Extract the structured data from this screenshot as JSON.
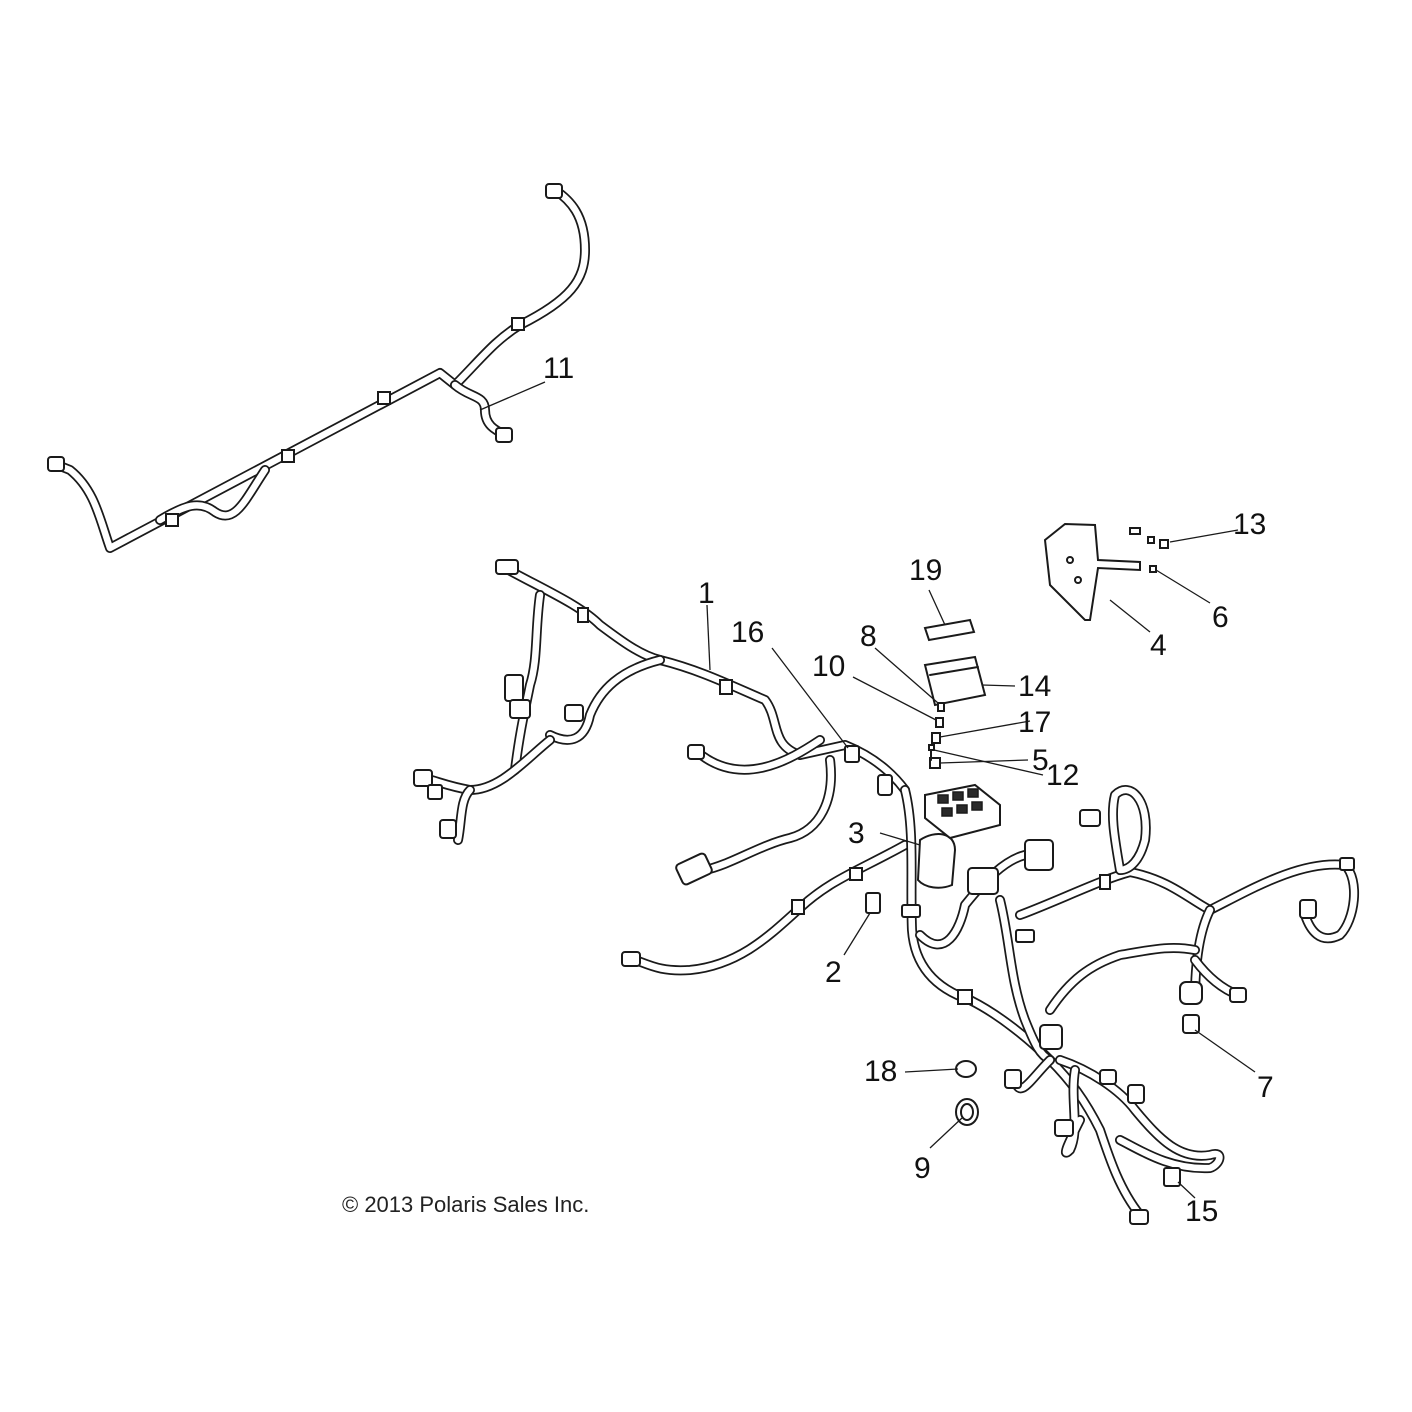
{
  "callouts": {
    "c1": "1",
    "c2": "2",
    "c3": "3",
    "c4": "4",
    "c5": "5",
    "c6": "6",
    "c7": "7",
    "c8": "8",
    "c9": "9",
    "c10": "10",
    "c11": "11",
    "c12": "12",
    "c13": "13",
    "c14": "14",
    "c15": "15",
    "c16": "16",
    "c17": "17",
    "c18": "18",
    "c19": "19"
  },
  "copyright": "© 2013 Polaris Sales Inc."
}
